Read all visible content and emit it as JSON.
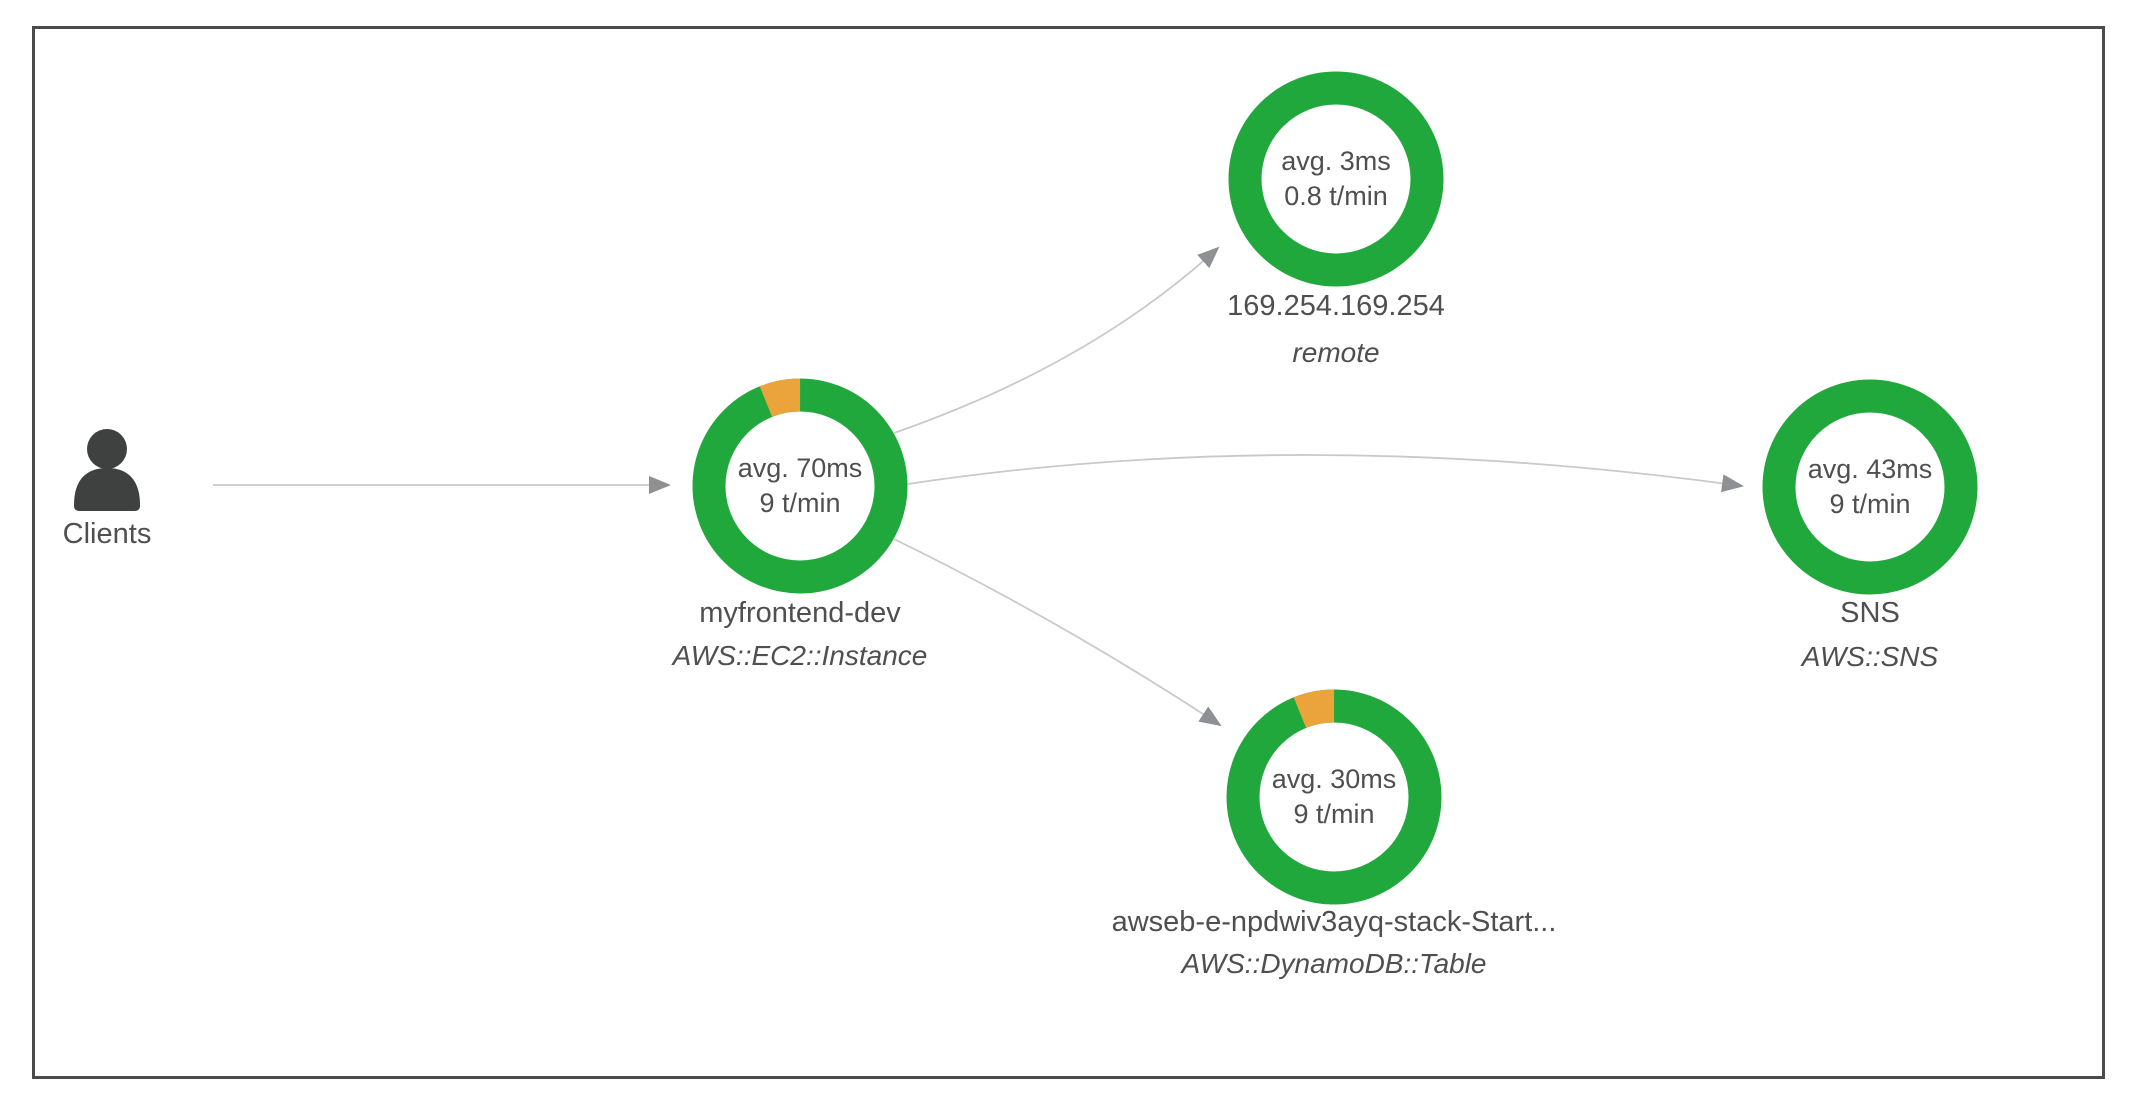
{
  "colors": {
    "healthy_green": "#21a83c",
    "warning_orange": "#eba43c",
    "edge_gray": "#c9c9c9",
    "arrow_gray": "#8f9093",
    "text_gray": "#4f4f4f",
    "icon_dark": "#3f4040",
    "frame_border": "#4b4b4d",
    "background": "#ffffff"
  },
  "nodes": {
    "clients": {
      "label": "Clients"
    },
    "frontend": {
      "metric_latency": "avg. 70ms",
      "metric_rate": "9 t/min",
      "name": "myfrontend-dev",
      "type": "AWS::EC2::Instance",
      "ring": {
        "ok_fraction": 0.94,
        "warning_fraction": 0.06
      }
    },
    "remote_endpoint": {
      "metric_latency": "avg. 3ms",
      "metric_rate": "0.8 t/min",
      "name": "169.254.169.254",
      "type": "remote",
      "ring": {
        "ok_fraction": 1.0,
        "warning_fraction": 0.0
      }
    },
    "sns": {
      "metric_latency": "avg. 43ms",
      "metric_rate": "9 t/min",
      "name": "SNS",
      "type": "AWS::SNS",
      "ring": {
        "ok_fraction": 1.0,
        "warning_fraction": 0.0
      }
    },
    "dynamodb": {
      "metric_latency": "avg. 30ms",
      "metric_rate": "9 t/min",
      "name": "awseb-e-npdwiv3ayq-stack-Start...",
      "type": "AWS::DynamoDB::Table",
      "ring": {
        "ok_fraction": 0.94,
        "warning_fraction": 0.06
      }
    }
  },
  "edges": [
    {
      "from": "Clients",
      "to": "myfrontend-dev"
    },
    {
      "from": "myfrontend-dev",
      "to": "169.254.169.254"
    },
    {
      "from": "myfrontend-dev",
      "to": "SNS"
    },
    {
      "from": "myfrontend-dev",
      "to": "awseb-e-npdwiv3ayq-stack-Start..."
    }
  ]
}
